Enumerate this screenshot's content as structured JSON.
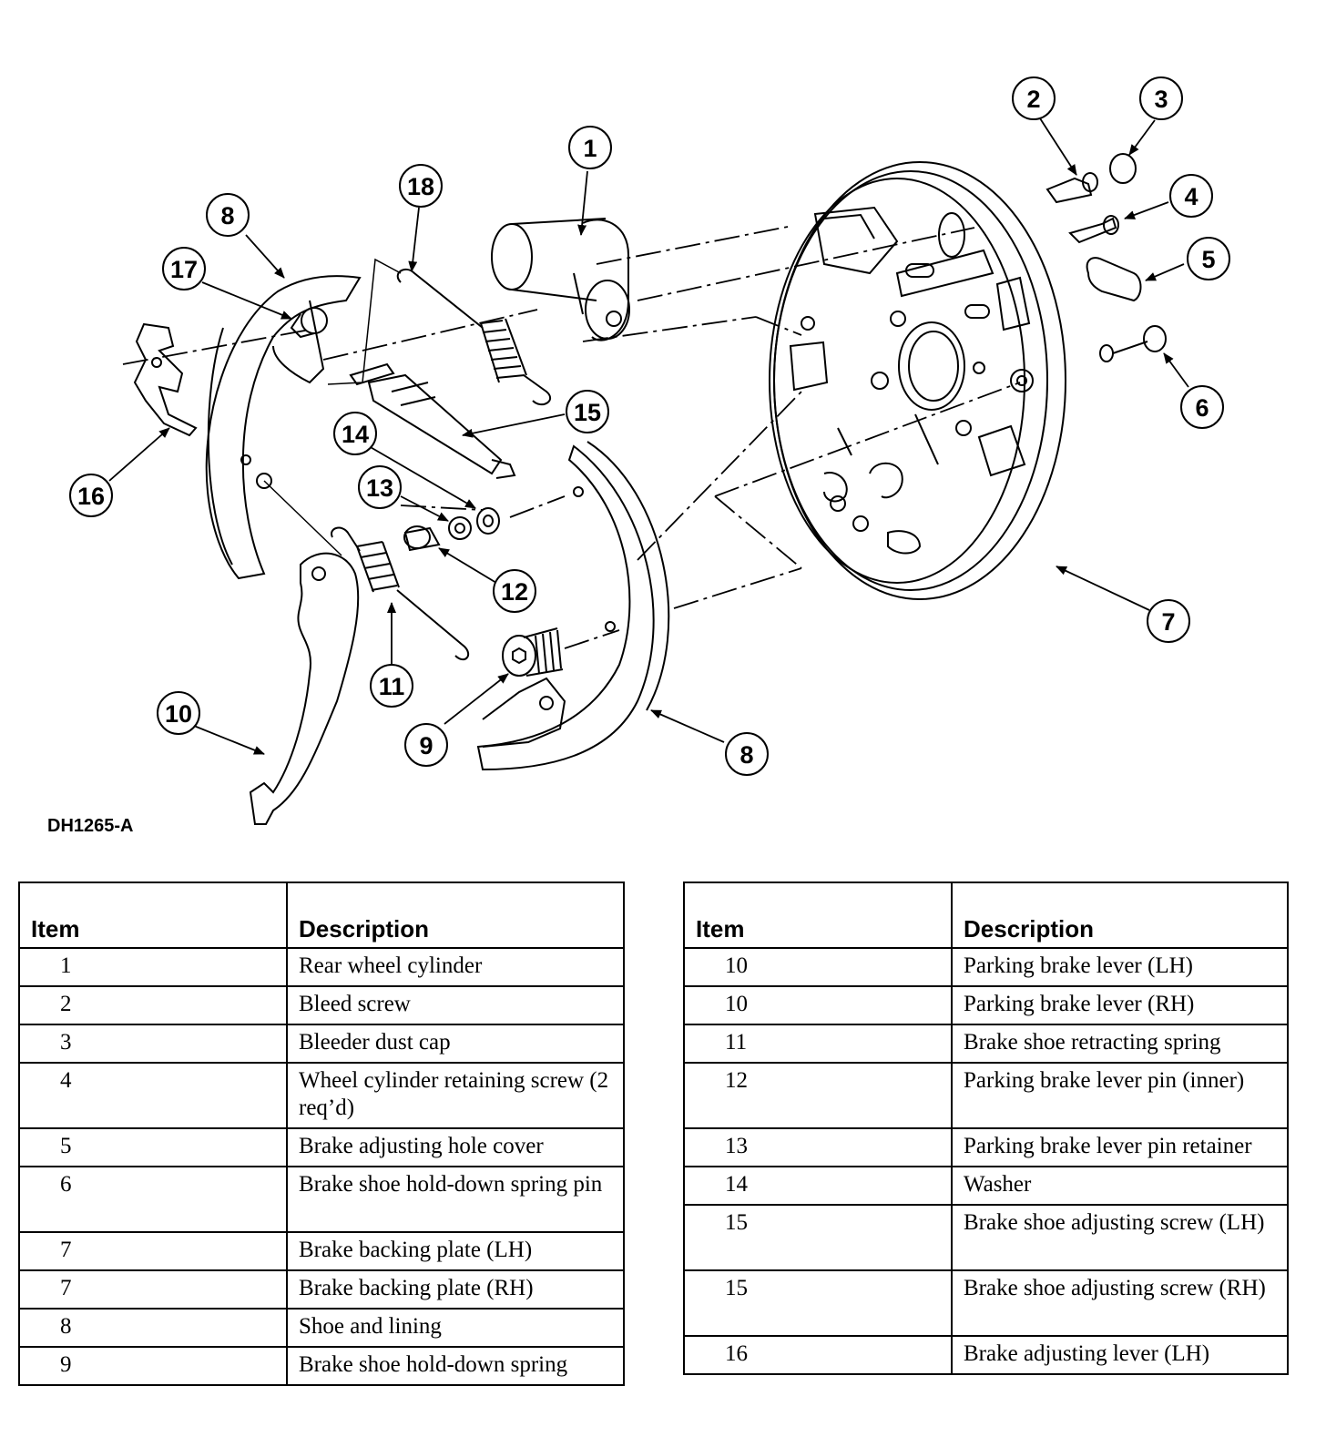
{
  "figure_id": "DH1265-A",
  "callouts": [
    "1",
    "2",
    "3",
    "4",
    "5",
    "6",
    "7",
    "8",
    "8",
    "9",
    "10",
    "11",
    "12",
    "13",
    "14",
    "15",
    "16",
    "17",
    "18"
  ],
  "table_header": {
    "item": "Item",
    "description": "Description"
  },
  "table_left": [
    {
      "item": "1",
      "description": "Rear wheel cylinder"
    },
    {
      "item": "2",
      "description": "Bleed screw"
    },
    {
      "item": "3",
      "description": "Bleeder dust cap"
    },
    {
      "item": "4",
      "description": "Wheel cylinder retaining screw (2 req’d)"
    },
    {
      "item": "5",
      "description": "Brake adjusting hole cover"
    },
    {
      "item": "6",
      "description": "Brake shoe hold-down spring pin"
    },
    {
      "item": "7",
      "description": "Brake backing plate (LH)"
    },
    {
      "item": "7",
      "description": "Brake backing plate (RH)"
    },
    {
      "item": "8",
      "description": "Shoe and lining"
    },
    {
      "item": "9",
      "description": "Brake shoe hold-down spring"
    }
  ],
  "table_right": [
    {
      "item": "10",
      "description": "Parking brake lever (LH)"
    },
    {
      "item": "10",
      "description": "Parking brake lever (RH)"
    },
    {
      "item": "11",
      "description": "Brake shoe retracting spring"
    },
    {
      "item": "12",
      "description": "Parking brake lever pin (inner)"
    },
    {
      "item": "13",
      "description": "Parking brake lever pin retainer"
    },
    {
      "item": "14",
      "description": "Washer"
    },
    {
      "item": "15",
      "description": "Brake shoe adjusting screw (LH)"
    },
    {
      "item": "15",
      "description": "Brake shoe adjusting screw (RH)"
    },
    {
      "item": "16",
      "description": "Brake adjusting lever (LH)"
    }
  ]
}
